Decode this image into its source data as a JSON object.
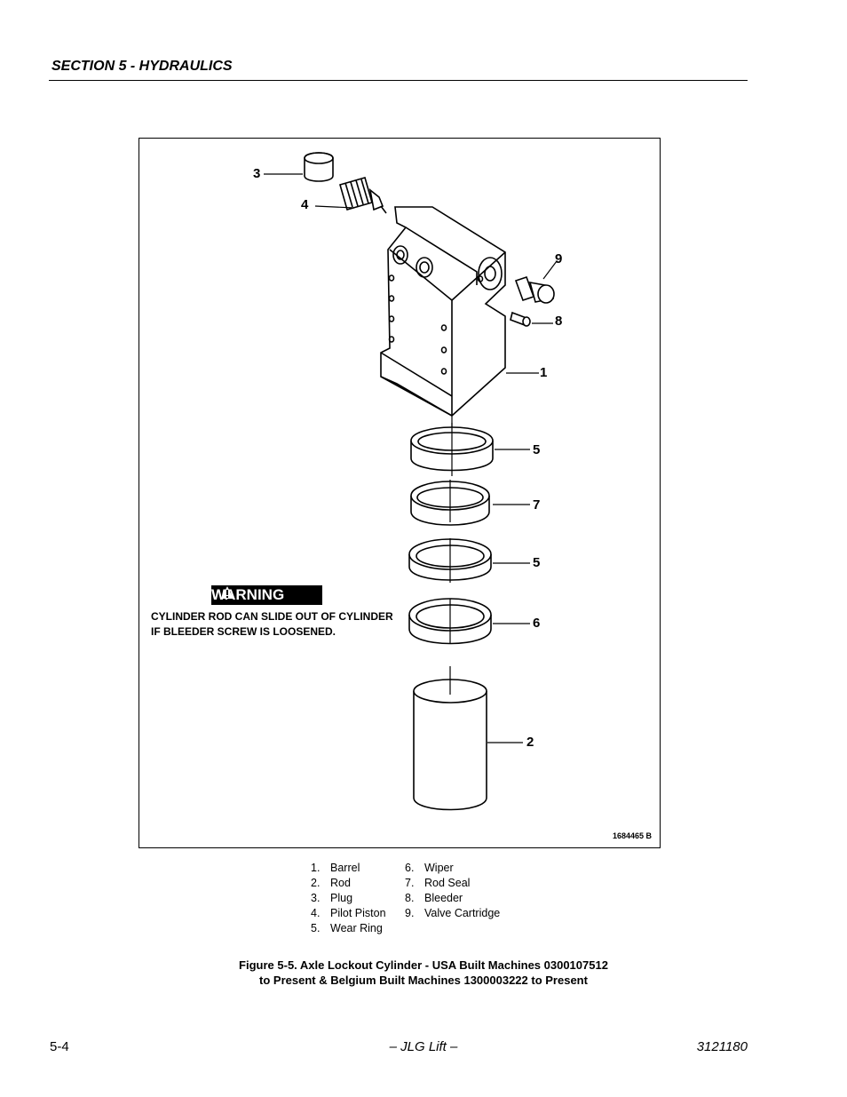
{
  "header": {
    "section": "SECTION 5 - HYDRAULICS"
  },
  "figure": {
    "callouts": {
      "c1": "1",
      "c2": "2",
      "c3": "3",
      "c4": "4",
      "c5a": "5",
      "c5b": "5",
      "c6": "6",
      "c7": "7",
      "c8": "8",
      "c9": "9"
    },
    "warning": {
      "badge": "WARNING",
      "line1": "CYLINDER ROD CAN SLIDE OUT OF  CYLINDER",
      "line2": "IF BLEEDER SCREW IS LOOSENED."
    },
    "drawing_number": "1684465 B"
  },
  "legend": {
    "left": [
      {
        "num": "1.",
        "label": "Barrel"
      },
      {
        "num": "2.",
        "label": "Rod"
      },
      {
        "num": "3.",
        "label": "Plug"
      },
      {
        "num": "4.",
        "label": "Pilot Piston"
      },
      {
        "num": "5.",
        "label": "Wear Ring"
      }
    ],
    "right": [
      {
        "num": "6.",
        "label": "Wiper"
      },
      {
        "num": "7.",
        "label": "Rod Seal"
      },
      {
        "num": "8.",
        "label": "Bleeder"
      },
      {
        "num": "9.",
        "label": "Valve Cartridge"
      }
    ]
  },
  "caption": {
    "line1": "Figure 5-5.  Axle Lockout Cylinder - USA Built Machines 0300107512",
    "line2": "to Present & Belgium Built Machines 1300003222 to Present"
  },
  "footer": {
    "page": "5-4",
    "center": "– JLG Lift –",
    "doc": "3121180"
  }
}
